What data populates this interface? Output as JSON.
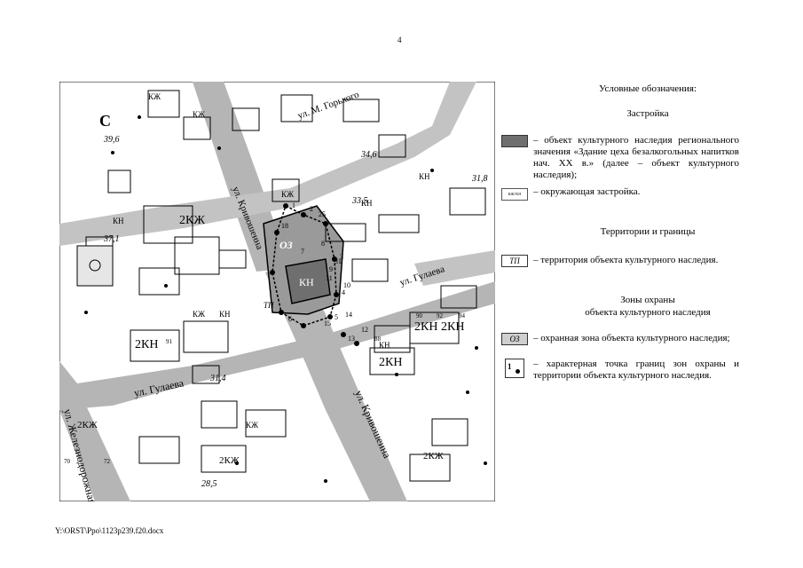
{
  "page_number": "4",
  "footer": "Y:\\ORST\\Ppo\\1123p239.f20.docx",
  "map": {
    "north_label": "С",
    "streets": [
      "ул. М. Горького",
      "ул. Кривошеина",
      "ул. Гулаева",
      "ул. Гулаева",
      "ул. Кривошеина",
      "ул. Железнодорожная"
    ],
    "elevations": [
      "39,6",
      "37,1",
      "34,6",
      "33,5",
      "31,8",
      "31,4",
      "28,5"
    ],
    "zone_labels": [
      "ОЗ",
      "КН",
      "ТП"
    ],
    "building_labels": [
      "КЖ",
      "КН",
      "2КЖ",
      "2КН",
      "КЖ",
      "КН",
      "2КН",
      "КЖ",
      "2КЖ",
      "КН",
      "2КН",
      "КЖ",
      "КН",
      "2КЖ",
      "КЖ",
      "КН",
      "2КН",
      "2КЖ"
    ],
    "point_numbers": [
      "1",
      "2",
      "3",
      "4",
      "5",
      "6",
      "7",
      "8",
      "9",
      "10",
      "11",
      "12",
      "13",
      "14",
      "15",
      "18",
      "25",
      "31"
    ],
    "house_numbers": [
      "91",
      "90",
      "92",
      "94",
      "88",
      "70",
      "72"
    ]
  },
  "legend": {
    "title": "Условные обозначения:",
    "section_buildings": "Застройка",
    "obj_desc": "– объект культурного наследия регионального значения «Здание цеха безалкогольных напитков нач. XX в.» (далее – объект культурного наследия);",
    "env_symbol": "кж/кн",
    "env_desc": "– окружающая застройка.",
    "section_territories": "Территории и границы",
    "tp_symbol": "ТП",
    "tp_desc": "– территория объекта культурного наследия.",
    "section_zones_1": "Зоны охраны",
    "section_zones_2": "объекта культурного наследия",
    "oz_symbol": "ОЗ",
    "oz_desc": "– охранная зона объекта культурного наследия;",
    "pt_symbol": "1",
    "pt_desc": "– характерная точка границ зон охраны и территории объекта культурного наследия."
  }
}
